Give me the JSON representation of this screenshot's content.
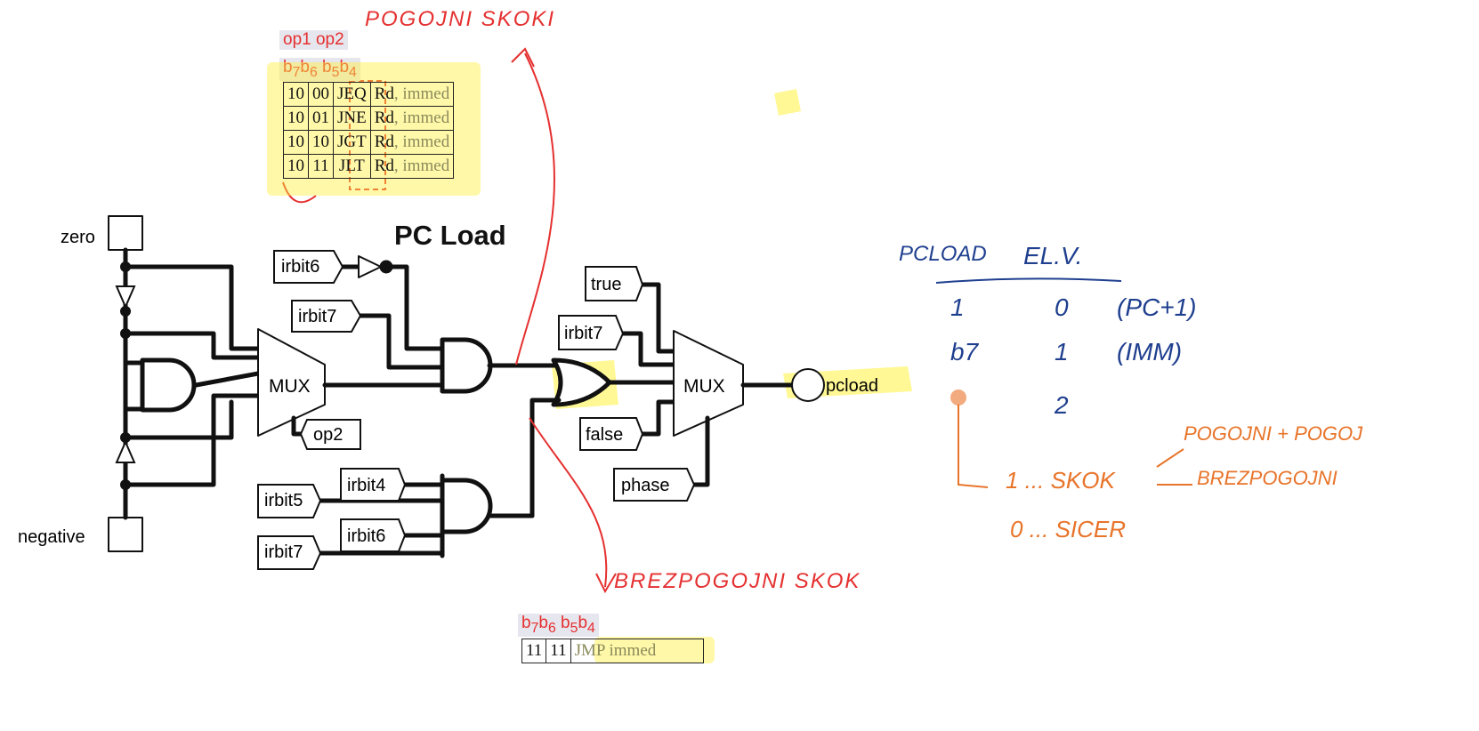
{
  "title": "PC Load",
  "table_top": {
    "header1": "op1 op2",
    "header2_parts": [
      "b",
      "7",
      "b",
      "6",
      " b",
      "5",
      "b",
      "4"
    ],
    "rows": [
      {
        "a": "10",
        "b": "00",
        "instr": "JEQ",
        "rd": "Rd",
        "imm": ", immed"
      },
      {
        "a": "10",
        "b": "01",
        "instr": "JNE",
        "rd": "Rd",
        "imm": ", immed"
      },
      {
        "a": "10",
        "b": "10",
        "instr": "JGT",
        "rd": "Rd",
        "imm": ", immed"
      },
      {
        "a": "10",
        "b": "11",
        "instr": "JLT",
        "rd": "Rd",
        "imm": ", immed"
      }
    ]
  },
  "table_bottom": {
    "row": {
      "a": "11",
      "b": "11",
      "instr": "JMP immed"
    }
  },
  "circuit": {
    "inputs": {
      "zero": "zero",
      "negative": "negative",
      "irbit6_a": "irbit6",
      "irbit7_a": "irbit7",
      "op2": "op2",
      "true": "true",
      "irbit7_b": "irbit7",
      "false": "false",
      "phase": "phase",
      "irbit5": "irbit5",
      "irbit4": "irbit4",
      "irbit7_c": "irbit7",
      "irbit6_b": "irbit6"
    },
    "mux1": "MUX",
    "mux2": "MUX",
    "output": "pcload"
  },
  "handwriting": {
    "top_red": "POGOJNI SKOKI",
    "bottom_red": "BREZPOGOJNI SKOK",
    "blue_header_left": "PCLOAD",
    "blue_header_right": "EL.V.",
    "blue_rows": [
      {
        "c1": "1",
        "c2": "0",
        "c3": "(PC+1)"
      },
      {
        "c1": "b7",
        "c2": "1",
        "c3": "(IMM)"
      },
      {
        "c1": "",
        "c2": "2",
        "c3": ""
      }
    ],
    "orange_1": "1 ... SKOK",
    "orange_2": "0 ... SICER",
    "orange_pogojni": "POGOJNI + POGOJ",
    "orange_brez": "BREZPOGOJNI"
  },
  "colors": {
    "red": "#e53030",
    "blue": "#1f3f8f",
    "orange": "#e8742a",
    "highlight": "#fff23c"
  }
}
